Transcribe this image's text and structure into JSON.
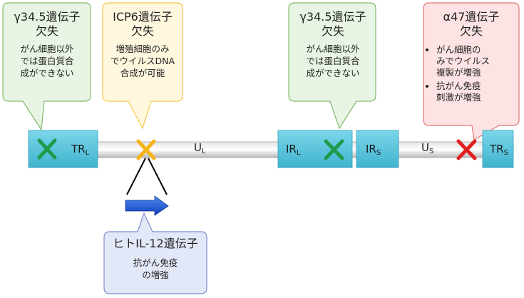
{
  "genome": {
    "segments": [
      {
        "id": "trl",
        "main": "TR",
        "sub": "L"
      },
      {
        "id": "irl",
        "main": "IR",
        "sub": "L"
      },
      {
        "id": "irs",
        "main": "IR",
        "sub": "S"
      },
      {
        "id": "trs",
        "main": "TR",
        "sub": "S"
      }
    ],
    "regions": [
      {
        "id": "ul",
        "main": "U",
        "sub": "L"
      },
      {
        "id": "us",
        "main": "U",
        "sub": "S"
      }
    ]
  },
  "callouts": {
    "g34_left": {
      "title": "γ34.5遺伝子\n欠失",
      "body": "がん細胞以外\nでは蛋白質合\n成ができない"
    },
    "icp6": {
      "title": "ICP6遺伝子\n欠失",
      "body": "増殖細胞のみ\nでウイルスDNA\n合成が可能"
    },
    "g34_right": {
      "title": "γ34.5遺伝子\n欠失",
      "body": "がん細胞以外\nでは蛋白質合\n成ができない"
    },
    "a47": {
      "title": "α47遺伝子\n欠失",
      "items": [
        "がん細胞の\nみでウイルス\n複製が増強",
        "抗がん免疫\n刺激が増強"
      ]
    },
    "il12": {
      "title": "ヒトIL-12遺伝子",
      "body": "抗がん免疫\nの増強"
    }
  },
  "colors": {
    "green_fill": "#e9f5e4",
    "green_stroke": "#82b86a",
    "yellow_fill": "#fff8df",
    "yellow_stroke": "#f0c84a",
    "red_fill": "#fde3e3",
    "red_stroke": "#e47474",
    "blue_fill": "#e3e8f8",
    "blue_stroke": "#7d8fcc",
    "box_fill": "#58c6dc",
    "x_green": "#1f9a4c",
    "x_orange": "#f4b41a",
    "x_red": "#e02020"
  }
}
